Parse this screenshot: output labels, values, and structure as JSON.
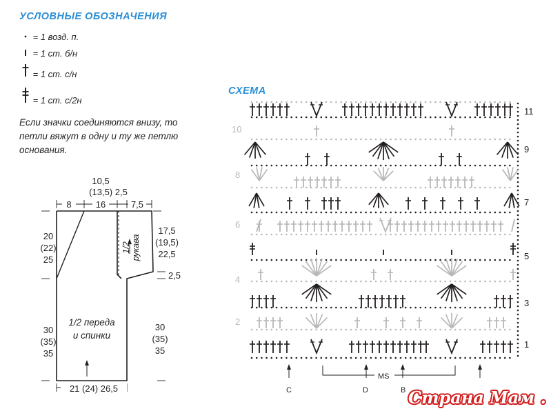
{
  "legend": {
    "title": "УСЛОВНЫЕ ОБОЗНАЧЕНИЯ",
    "items": [
      {
        "icon": "dot-icon",
        "text": "= 1 возд. п."
      },
      {
        "icon": "short-bar-icon",
        "text": "= 1 ст. б/н"
      },
      {
        "icon": "dc-cross-icon",
        "text": "= 1 ст. с/н"
      },
      {
        "icon": "hdc-double-cross-icon",
        "text": "= 1 ст. с/2н"
      }
    ],
    "note_lines": [
      "Если значки соединяются внизу, то",
      "петли вяжут в одну и ту же петлю",
      "основания."
    ]
  },
  "pattern": {
    "top_dims": {
      "top_line1": "10,5",
      "top_line2": "(13,5) 2,5",
      "seg1": "8",
      "seg2": "16",
      "seg3": "7,5"
    },
    "left_dims": [
      "20",
      "(22)",
      "25"
    ],
    "right_upper_dims": [
      "17,5",
      "(19,5)",
      "22,5"
    ],
    "right_small_dim": "2,5",
    "right_lower_dims": [
      "30",
      "(35)",
      "35"
    ],
    "left_lower_dims": [
      "30",
      "(35)",
      "35"
    ],
    "bottom_dim": "21 (24) 26,5",
    "sleeve_label": [
      "1/2",
      "рукава"
    ],
    "body_label": [
      "1/2 переда",
      "и спинки"
    ]
  },
  "scheme": {
    "title": "СХЕМА",
    "right_rows": [
      "11",
      "9",
      "7",
      "5",
      "3",
      "1"
    ],
    "left_rows": [
      "10",
      "8",
      "6",
      "4",
      "2"
    ],
    "markers": [
      "C",
      "D",
      "B"
    ],
    "repeat_label": "MS"
  },
  "watermark": "Страна Мам . ру",
  "colors": {
    "accent": "#2a8fd6",
    "ink": "#231f20",
    "grey": "#b8b8b8",
    "watermark": "#d11d1d"
  }
}
